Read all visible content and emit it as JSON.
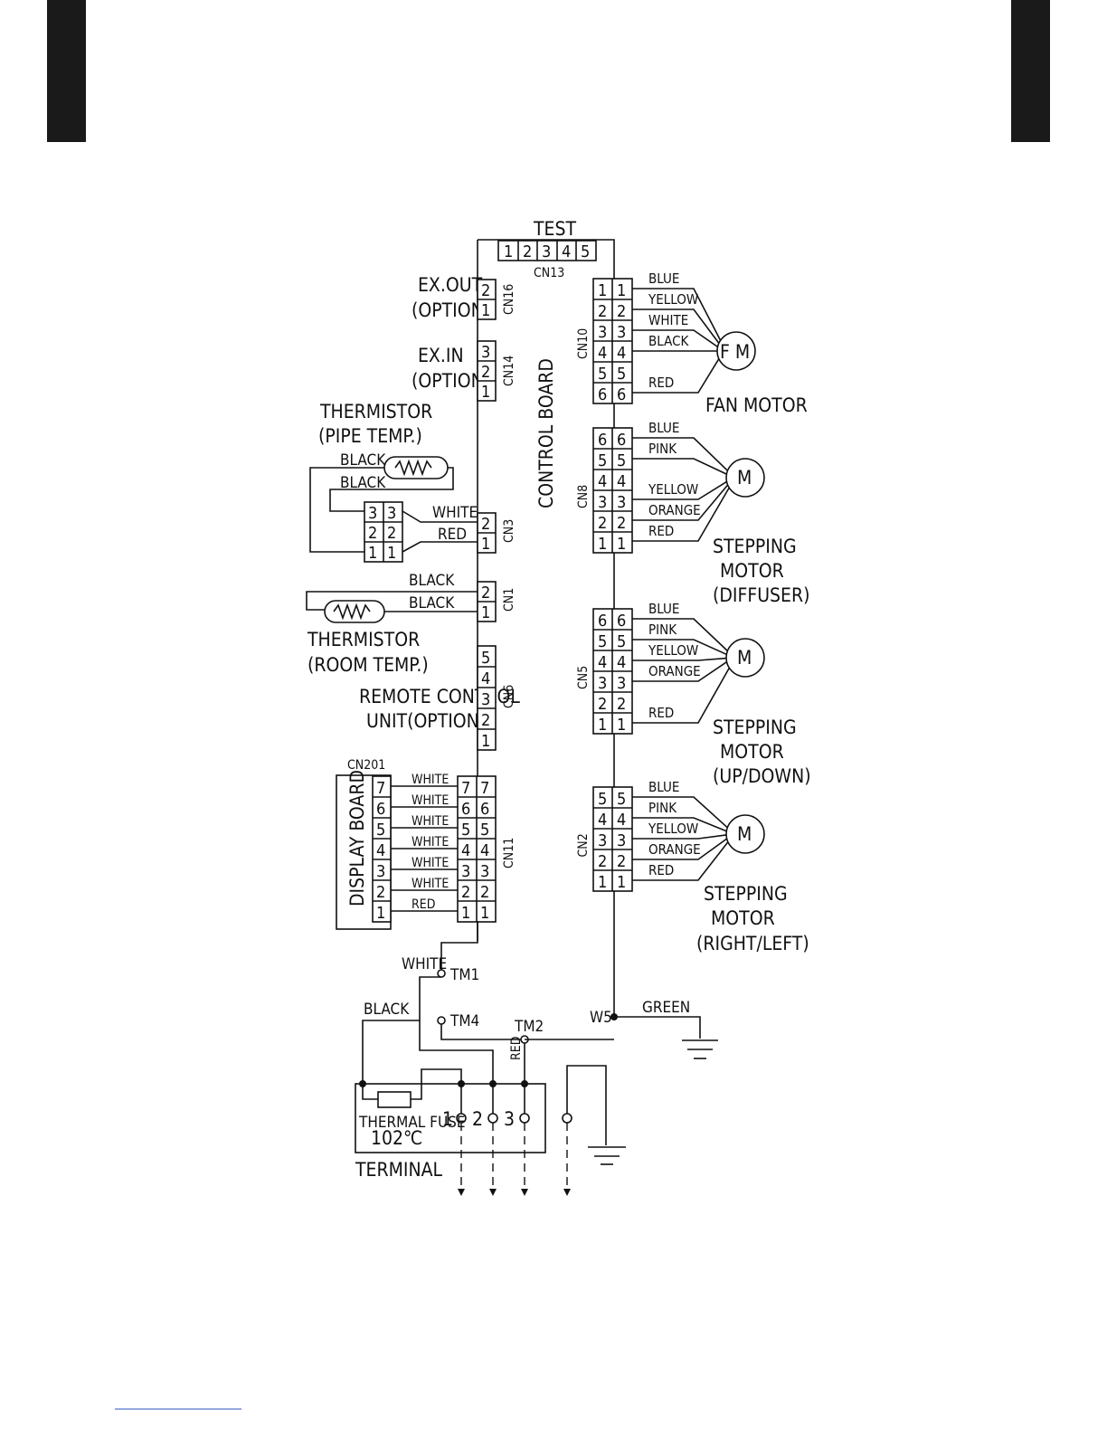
{
  "test": {
    "label": "TEST",
    "pins": [
      "1",
      "2",
      "3",
      "4",
      "5"
    ],
    "conn": "CN13"
  },
  "ex_out": {
    "label1": "EX.OUT",
    "label2": "(OPTION)",
    "conn": "CN16",
    "pins": [
      "2",
      "1"
    ]
  },
  "ex_in": {
    "label1": "EX.IN",
    "label2": "(OPTION)",
    "conn": "CN14",
    "pins": [
      "3",
      "2",
      "1"
    ]
  },
  "thermistor_pipe": {
    "label1": "THERMISTOR",
    "label2": "(PIPE TEMP.)",
    "wire1": "BLACK",
    "wire2": "BLACK",
    "pins": [
      "3",
      "2",
      "1"
    ]
  },
  "cn3": {
    "conn": "CN3",
    "pins": [
      "2",
      "1"
    ],
    "wires": [
      "WHITE",
      "RED"
    ]
  },
  "cn1": {
    "conn": "CN1",
    "pins": [
      "2",
      "1"
    ],
    "wires": [
      "BLACK",
      "BLACK"
    ]
  },
  "thermistor_room": {
    "label1": "THERMISTOR",
    "label2": "(ROOM TEMP.)"
  },
  "remote": {
    "label1": "REMOTE CONTROL",
    "label2": "UNIT(OPTION)",
    "conn": "CN6",
    "pins": [
      "5",
      "4",
      "3",
      "2",
      "1"
    ]
  },
  "control_board": {
    "label": "CONTROL BOARD"
  },
  "display": {
    "label": "DISPLAY BOARD",
    "conn": "CN201",
    "pins": [
      "7",
      "6",
      "5",
      "4",
      "3",
      "2",
      "1"
    ]
  },
  "cn11": {
    "conn": "CN11",
    "pins": [
      "7",
      "6",
      "5",
      "4",
      "3",
      "2",
      "1"
    ],
    "wires": [
      "WHITE",
      "WHITE",
      "WHITE",
      "WHITE",
      "WHITE",
      "WHITE",
      "RED"
    ]
  },
  "cn10": {
    "conn": "CN10",
    "pins": [
      "1",
      "2",
      "3",
      "4",
      "5",
      "6"
    ],
    "wires": [
      "BLUE",
      "YELLOW",
      "WHITE",
      "BLACK",
      "RED"
    ],
    "motor": "F M",
    "motor_label": "FAN MOTOR"
  },
  "cn8": {
    "conn": "CN8",
    "pins": [
      "6",
      "5",
      "4",
      "3",
      "2",
      "1"
    ],
    "wires": [
      "BLUE",
      "PINK",
      "YELLOW",
      "ORANGE",
      "RED"
    ],
    "motor": "M",
    "label1": "STEPPING",
    "label2": "MOTOR",
    "label3": "(DIFFUSER)"
  },
  "cn5": {
    "conn": "CN5",
    "pins": [
      "6",
      "5",
      "4",
      "3",
      "2",
      "1"
    ],
    "wires": [
      "BLUE",
      "PINK",
      "YELLOW",
      "ORANGE",
      "RED"
    ],
    "motor": "M",
    "label1": "STEPPING",
    "label2": "MOTOR",
    "label3": "(UP/DOWN)"
  },
  "cn2": {
    "conn": "CN2",
    "pins": [
      "5",
      "4",
      "3",
      "2",
      "1"
    ],
    "wires": [
      "BLUE",
      "PINK",
      "YELLOW",
      "ORANGE",
      "RED"
    ],
    "motor": "M",
    "label1": "STEPPING",
    "label2": "MOTOR",
    "label3": "(RIGHT/LEFT)"
  },
  "power": {
    "tm1": "TM1",
    "tm4": "TM4",
    "tm2": "TM2",
    "w5": "W5",
    "white": "WHITE",
    "black": "BLACK",
    "red": "RED",
    "green": "GREEN"
  },
  "terminal": {
    "label": "TERMINAL",
    "fuse1": "THERMAL FUSE",
    "fuse2": "102℃",
    "t1": "1",
    "t2": "2",
    "t3": "3"
  }
}
